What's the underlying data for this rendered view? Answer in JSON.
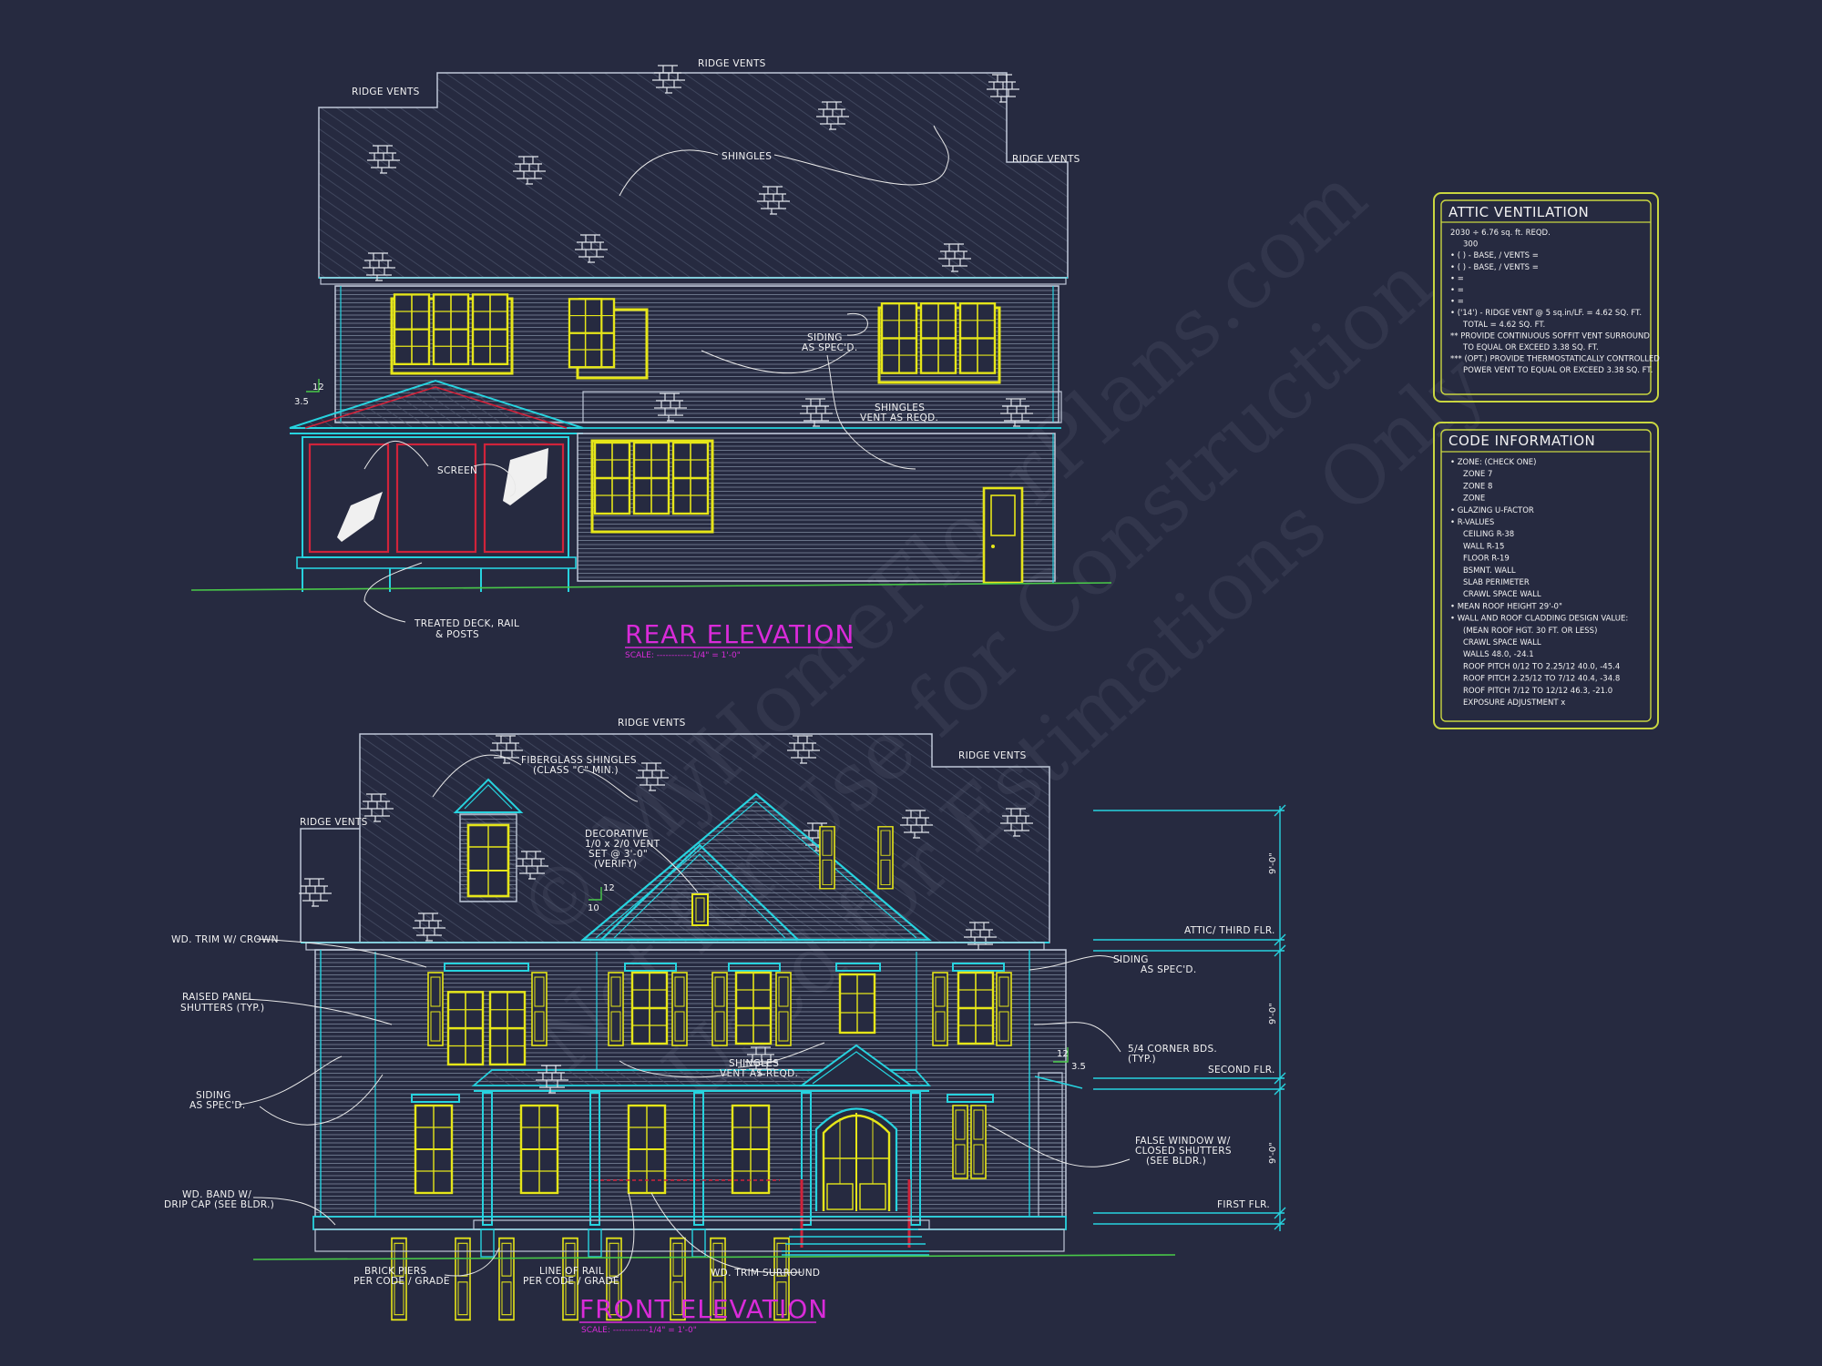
{
  "rear": {
    "title": "REAR ELEVATION",
    "scale": "SCALE: ------------1/4\" = 1'-0\"",
    "labels": {
      "ridge_top": "RIDGE VENTS",
      "ridge_left": "RIDGE VENTS",
      "ridge_right": "RIDGE VENTS",
      "shingles": "SHINGLES",
      "siding_1": "SIDING",
      "siding_2": "AS SPEC'D.",
      "shingles_vent_1": "SHINGLES",
      "shingles_vent_2": "VENT AS REQD.",
      "screen": "SCREEN",
      "deck_1": "TREATED DECK, RAIL",
      "deck_2": "& POSTS",
      "pitch_rise": "12",
      "pitch_run": "3.5"
    }
  },
  "front": {
    "title": "FRONT ELEVATION",
    "scale": "SCALE: ------------1/4\" = 1'-0\"",
    "labels": {
      "ridge_top": "RIDGE VENTS",
      "ridge_right": "RIDGE VENTS",
      "ridge_left": "RIDGE VENTS",
      "fiberglass_1": "FIBERGLASS SHINGLES",
      "fiberglass_2": "(CLASS \"C\" MIN.)",
      "decorative_1": "DECORATIVE",
      "decorative_2": "1/0 x 2/0 VENT",
      "decorative_3": "SET @ 3'-0\"",
      "decorative_4": "(VERIFY)",
      "trim_crown": "WD. TRIM W/ CROWN",
      "shutters_1": "RAISED PANEL",
      "shutters_2": "SHUTTERS (TYP.)",
      "siding_l1": "SIDING",
      "siding_l2": "AS SPEC'D.",
      "band_1": "WD. BAND W/",
      "band_2": "DRIP CAP (SEE BLDR.)",
      "piers_1": "BRICK PIERS",
      "piers_2": "PER CODE / GRADE",
      "rail_1": "LINE OF RAIL",
      "rail_2": "PER CODE / GRADE",
      "trim_surround": "WD. TRIM SURROUND",
      "shingles_1": "SHINGLES",
      "shingles_2": "VENT AS REQD.",
      "siding_r1": "SIDING",
      "siding_r2": "AS SPEC'D.",
      "corner_1": "5/4 CORNER BDS.",
      "corner_2": "(TYP.)",
      "false_1": "FALSE WINDOW W/",
      "false_2": "CLOSED SHUTTERS",
      "false_3": "(SEE BLDR.)",
      "attic_flr": "ATTIC/ THIRD FLR.",
      "second_flr": "SECOND FLR.",
      "first_flr": "FIRST FLR.",
      "dim_upper": "9'-0\"",
      "dim_mid": "9'-0\"",
      "dim_low": "9'-0\"",
      "pitch_rise": "12",
      "pitch_run": "10",
      "pitch2_rise": "12",
      "pitch2_run": "3.5"
    }
  },
  "attic_ventilation": {
    "title": "ATTIC VENTILATION",
    "lines": [
      "2030 ÷ 6.76 sq. ft. REQD.",
      "300",
      "• ( ) -          BASE,  /   VENTS  =",
      "• ( ) -          BASE,  /   VENTS  =",
      "•                                          =",
      "•                                          =",
      "•                                          =",
      "• ('14') - RIDGE VENT @ 5 sq.in/LF. = 4.62 SQ. FT.",
      "TOTAL     = 4.62 SQ. FT.",
      "** PROVIDE CONTINUOUS SOFFIT VENT SURROUND",
      "TO EQUAL OR EXCEED  3.38 SQ. FT.",
      "*** (OPT.) PROVIDE THERMOSTATICALLY CONTROLLED",
      "POWER VENT TO EQUAL OR EXCEED 3.38 SQ. FT."
    ]
  },
  "code_information": {
    "title": "CODE INFORMATION",
    "lines": [
      "• ZONE: (CHECK ONE)",
      "ZONE 7",
      "ZONE 8",
      "ZONE",
      "• GLAZING U-FACTOR",
      "• R-VALUES",
      "CEILING              R-38",
      "WALL                  R-15",
      "FLOOR                R-19",
      "BSMNT. WALL",
      "SLAB PERIMETER",
      "CRAWL SPACE WALL",
      "• MEAN ROOF HEIGHT  29'-0\"",
      "• WALL AND ROOF CLADDING DESIGN VALUE:",
      "(MEAN ROOF HGT. 30 FT. OR LESS)",
      "CRAWL SPACE WALL",
      "WALLS                               48.0, -24.1",
      "ROOF PITCH 0/12 TO 2.25/12   40.0, -45.4",
      "ROOF PITCH 2.25/12 TO 7/12   40.4, -34.8",
      "ROOF PITCH 7/12 TO 12/12     46.3, -21.0",
      "EXPOSURE ADJUSTMENT         x"
    ]
  },
  "watermark": {
    "line1": "© MyHomeFloorPlans.com",
    "line2": "Not for Use for Construction",
    "line3": "Used for Estimations Only"
  },
  "colors": {
    "background": "#262a40",
    "wall_line": "#bfc8d8",
    "cyan": "#27d3df",
    "yellow": "#e6e619",
    "magenta": "#d92bd9",
    "red": "#d0233a",
    "green": "#49c949",
    "box_border": "#c9d640"
  }
}
